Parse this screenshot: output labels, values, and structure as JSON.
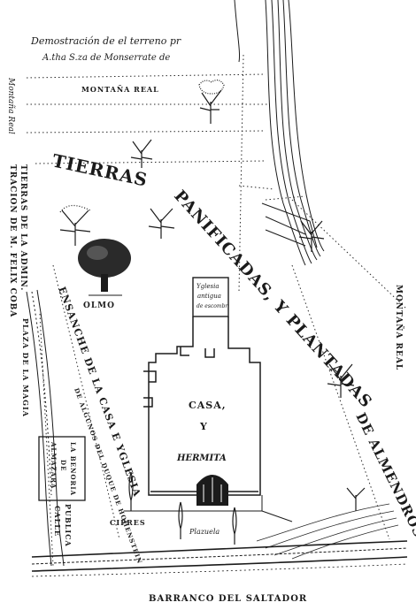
{
  "map": {
    "title_line1": "Demostración de el terreno pr",
    "title_line2": "A.tha S.za de Monserrate de",
    "labels": {
      "montana_real_top": "MONTAÑA REAL",
      "tierras": "TIERRAS",
      "panificadas": "PANIFICADAS, Y PLANTADAS",
      "de_almendros": "DE ALMENDROS",
      "olmo": "OLMO",
      "ensanche": "ENSANCHE DE LA CASA E YGLESIA",
      "ensanche_sub": "DE ALGUNOS DEL DUQUE DE HOHENSTEIN",
      "casa": "CASA,",
      "y": "Y",
      "hermita": "HERMITA",
      "iglesia_note_1": "Yglesia",
      "iglesia_note_2": "antigua",
      "iglesia_note_3": "de escombr",
      "almazara_1": "ALMAZARA",
      "almazara_2": "DE",
      "almazara_3": "LA BENORIA",
      "calle": "CALLE",
      "publica": "PUBLICA",
      "cipres": "CIPRES",
      "plazuela": "Plazuela",
      "barranco": "BARRANCO DEL SALTADOR",
      "montana_real_right": "MONTAÑA REAL",
      "left_margin_1": "Montaña Real",
      "left_margin_2": "TIERRAS DE LA ADMIN.",
      "left_margin_3": "TRACION DE M. FELIX COBA",
      "left_margin_4": "PLAZA DE LA MAGIA"
    }
  }
}
